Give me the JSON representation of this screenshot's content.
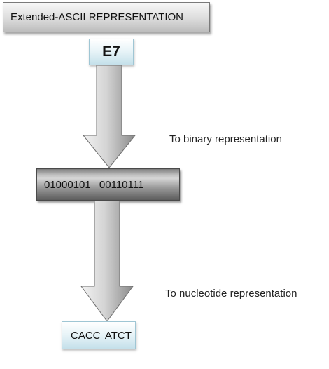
{
  "diagram": {
    "header_text": "Extended-ASCII REPRESENTATION",
    "hex_value": "E7",
    "binary_label": "To binary representation",
    "binary_value": "01000101   00110111",
    "nucleotide_label": "To nucleotide  representation",
    "nucleotide_value": "CACC  ATCT"
  },
  "colors": {
    "arrow_light": "#f2f2f2",
    "arrow_dark": "#8a8a8a",
    "arrow_stroke": "#6e6e6e"
  },
  "icons": {
    "arrow_1": "down-arrow-icon",
    "arrow_2": "down-arrow-icon"
  }
}
